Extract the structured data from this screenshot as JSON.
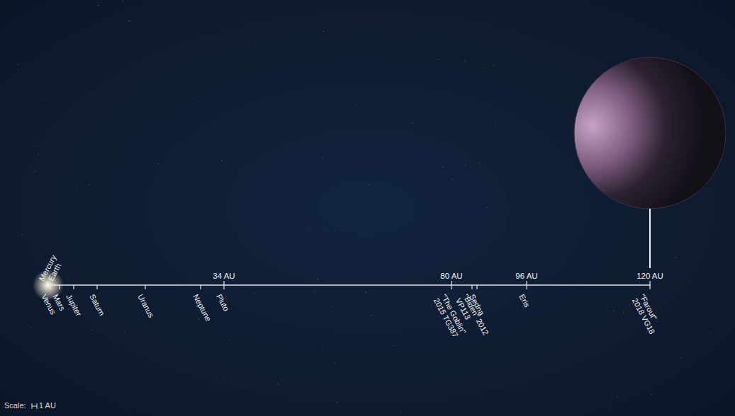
{
  "diagram": {
    "labels": [
      "Mercury",
      "Earth",
      "Venus",
      "Mars",
      "Jupiter",
      "Saturn",
      "Uranus",
      "Neptune",
      "Pluto",
      "34 AU",
      "80 AU",
      "\"The Goblin\" 2015 TG387",
      "\"Biden\" 2012 VP113",
      "Sedna",
      "96 AU",
      "Eris",
      "120 AU",
      "\"Farout\" 2018 VG18",
      "Scale:",
      "1 AU"
    ]
  }
}
